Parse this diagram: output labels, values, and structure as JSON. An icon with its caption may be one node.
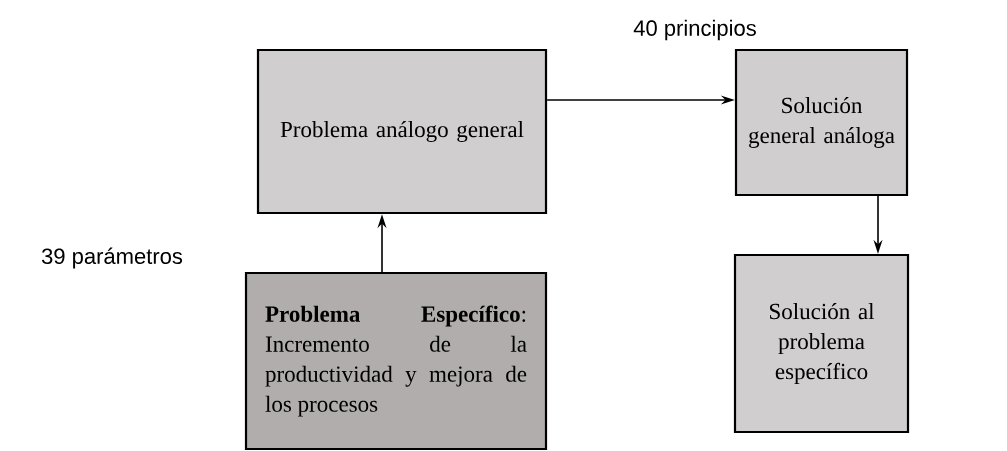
{
  "diagram": {
    "nodes": [
      {
        "text": [
          "Problema análogo general"
        ]
      },
      {
        "text": [
          "Solución general análoga"
        ]
      },
      {
        "text": [
          "Solución al problema específico"
        ]
      },
      {
        "text": [
          "**Problema Específico**: Incremento de la productividad y mejora de los procesos"
        ]
      }
    ],
    "edges": [
      {
        "from": 3,
        "to": 0,
        "arrow": "to"
      },
      {
        "from": 0,
        "to": 1,
        "arrow": "to"
      },
      {
        "from": 1,
        "to": 2,
        "arrow": "to"
      }
    ],
    "labels": [
      "40 principios",
      "39 parámetros"
    ]
  }
}
